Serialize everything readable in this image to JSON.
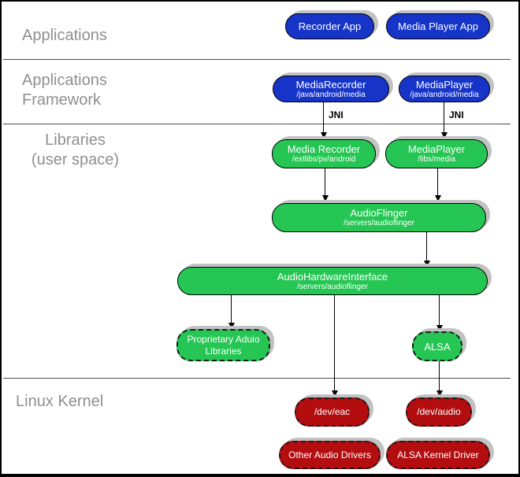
{
  "colors": {
    "app_blue": "#1634C8",
    "lib_green": "#25C653",
    "kernel_red": "#B30D10",
    "shadow_gray": "#C2C2C2",
    "label_gray": "#8F8F8F"
  },
  "section_labels": {
    "applications": "Applications",
    "applications_framework": "Applications\n Framework",
    "libraries": "Libraries\n(user space)",
    "linux_kernel": "Linux Kernel"
  },
  "connector_labels": {
    "jni_left": "JNI",
    "jni_right": "JNI"
  },
  "nodes": {
    "recorder_app": {
      "title": "Recorder App"
    },
    "media_player_app": {
      "title": "Media Player App"
    },
    "media_recorder_framework": {
      "title": "MediaRecorder",
      "subtitle": "/java/android/media"
    },
    "media_player_framework": {
      "title": "MediaPlayer",
      "subtitle": "/java/android/media"
    },
    "media_recorder_lib": {
      "title": "Media Recorder",
      "subtitle": "/extlibs/pv/android"
    },
    "media_player_lib": {
      "title": "MediaPlayer",
      "subtitle": "/libs/media"
    },
    "audioflinger": {
      "title": "AudioFlinger",
      "subtitle": "/servers/audioflinger"
    },
    "audio_hardware_interface": {
      "title": "AudioHardwareInterface",
      "subtitle": "/servers/audioflinger"
    },
    "proprietary_audio_libraries": {
      "title": "Proprietary Aduio\nLibraries"
    },
    "alsa": {
      "title": "ALSA"
    },
    "dev_eac": {
      "title": "/dev/eac"
    },
    "dev_audio": {
      "title": "/dev/audio"
    },
    "other_audio_drivers": {
      "title": "Other Audio Drivers"
    },
    "alsa_kernel_driver": {
      "title": "ALSA Kernel Driver"
    }
  }
}
